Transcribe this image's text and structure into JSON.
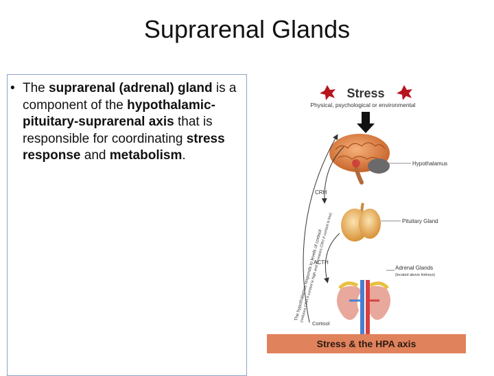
{
  "slide": {
    "title": "Suprarenal Glands",
    "bullet": {
      "t1": "The ",
      "b1": "suprarenal (adrenal) gland",
      "t2": " is a component of the ",
      "b2": "hypothalamic-pituitary-suprarenal  axis",
      "t3": " that is responsible for coordinating ",
      "b3": "stress response",
      "t4": " and ",
      "b4": "metabolism",
      "t5": "."
    }
  },
  "figure": {
    "stress_title": "Stress",
    "stress_subtitle": "Physical, psychological or environmental",
    "labels": {
      "hypothalamus": "Hypothalamus",
      "crh": "CRH",
      "pituitary": "Pituitary Gland",
      "acth": "ACTH",
      "adrenal": "Adrenal Glands",
      "adrenal_note": "(located above kidneys)",
      "cortisol": "Cortisol",
      "feedback_1": "The hypothalamus responds to levels of cortisol",
      "feedback_2": "(reduces CRH if cortisol is high and increases CRH if cortisol is low)"
    },
    "footer": "Stress & the HPA axis"
  },
  "colors": {
    "accent_red": "#b8141c",
    "footer_bg": "#e0825c",
    "textbox_border": "#8aa3c4"
  }
}
